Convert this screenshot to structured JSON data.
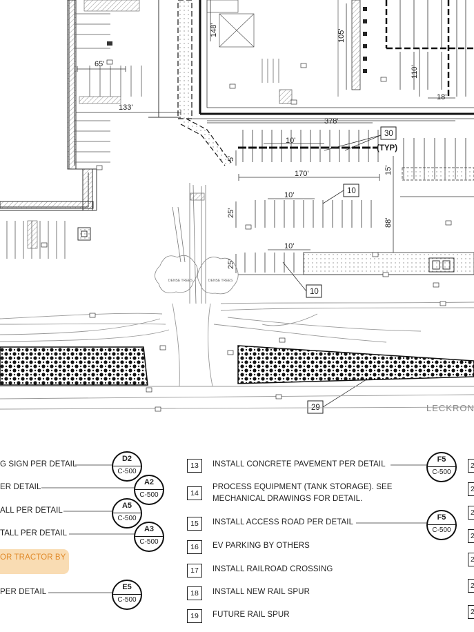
{
  "dimensions": {
    "d148": "148'",
    "d105": "105'",
    "d65": "65'",
    "d110": "110'",
    "d18": "18'",
    "d133": "133'",
    "d378": "378'",
    "d10a": "10'",
    "d10b": "10'",
    "d10c": "10'",
    "d170": "170'",
    "d15": "15'",
    "d5": "5'",
    "d25a": "25'",
    "d25b": "25'",
    "d88": "88'"
  },
  "plan_labels": {
    "typ": "(TYP)",
    "dense_trees_1": "DENSE TREES",
    "dense_trees_2": "DENSE TREES",
    "road_name": "LECKRON"
  },
  "callouts": {
    "c30": "30",
    "c10a": "10",
    "c10b": "10",
    "c29": "29"
  },
  "left_notes": [
    {
      "text": "G SIGN PER DETAIL",
      "ref": "D2",
      "sheet": "C-500"
    },
    {
      "text": "ER DETAIL",
      "ref": "A2",
      "sheet": "C-500"
    },
    {
      "text": "ALL PER DETAIL",
      "ref": "A5",
      "sheet": "C-500"
    },
    {
      "text": "TALL PER DETAIL",
      "ref": "A3",
      "sheet": "C-500"
    },
    {
      "text": "OR TRACTOR BY"
    },
    {
      "text": "PER DETAIL",
      "ref": "E5",
      "sheet": "C-500"
    }
  ],
  "notes": [
    {
      "num": "13",
      "text": "INSTALL CONCRETE PAVEMENT PER DETAIL",
      "ref": "F5",
      "sheet": "C-500"
    },
    {
      "num": "14",
      "line1": "PROCESS EQUIPMENT (TANK STORAGE). SEE",
      "line2": "MECHANICAL DRAWINGS FOR DETAIL."
    },
    {
      "num": "15",
      "text": "INSTALL ACCESS ROAD PER DETAIL",
      "ref": "F5",
      "sheet": "C-500"
    },
    {
      "num": "16",
      "text": "EV PARKING BY OTHERS"
    },
    {
      "num": "17",
      "text": "INSTALL RAILROAD CROSSING"
    },
    {
      "num": "18",
      "text": "INSTALL NEW RAIL SPUR"
    },
    {
      "num": "19",
      "text": "FUTURE RAIL SPUR"
    }
  ],
  "right_col_partial": [
    "2",
    "2",
    "2",
    "2",
    "2",
    "2",
    "2"
  ],
  "colors": {
    "linework": "#222222",
    "highlight": "#f7d09a",
    "gray_line": "#888888"
  }
}
